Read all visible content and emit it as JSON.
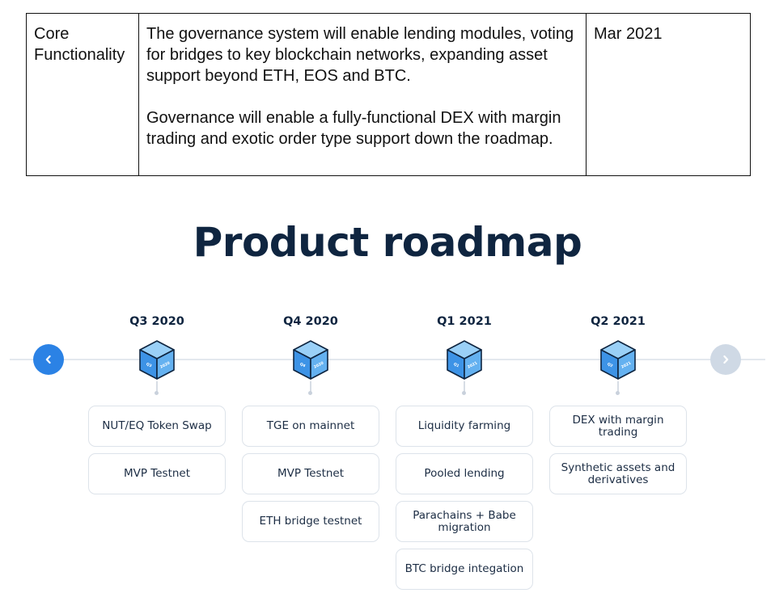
{
  "doc_table": {
    "rows": [
      {
        "label": "Core Functionality",
        "paragraphs": [
          "The governance system will enable lending modules, voting for bridges to key blockchain networks, expanding asset support beyond ETH, EOS and BTC.",
          "Governance will enable a fully-functional DEX with margin trading and exotic order type support down the roadmap."
        ],
        "date": "Mar 2021"
      }
    ]
  },
  "roadmap": {
    "title": "Product roadmap",
    "nav": {
      "prev_icon": "chevron-left-icon",
      "next_icon": "chevron-right-icon"
    },
    "colors": {
      "title": "#0f2540",
      "nav_active": "#2b82e5",
      "nav_inactive": "#cfd9e5",
      "cube_top": "#9ad0f7",
      "cube_left": "#3d93e6",
      "cube_right": "#64b1f0"
    },
    "quarters": [
      {
        "label": "Q3 2020",
        "cube_text": [
          "Q3",
          "2020"
        ],
        "items": [
          "NUT/EQ Token Swap",
          "MVP Testnet"
        ]
      },
      {
        "label": "Q4 2020",
        "cube_text": [
          "Q4",
          "2020"
        ],
        "items": [
          "TGE on mainnet",
          "MVP Testnet",
          "ETH bridge testnet"
        ]
      },
      {
        "label": "Q1 2021",
        "cube_text": [
          "Q1",
          "2021"
        ],
        "items": [
          "Liquidity farming",
          "Pooled lending",
          "Parachains + Babe migration",
          "BTC bridge integation"
        ]
      },
      {
        "label": "Q2 2021",
        "cube_text": [
          "Q2",
          "2021"
        ],
        "items": [
          "DEX with margin trading",
          "Synthetic assets and derivatives"
        ]
      }
    ]
  }
}
